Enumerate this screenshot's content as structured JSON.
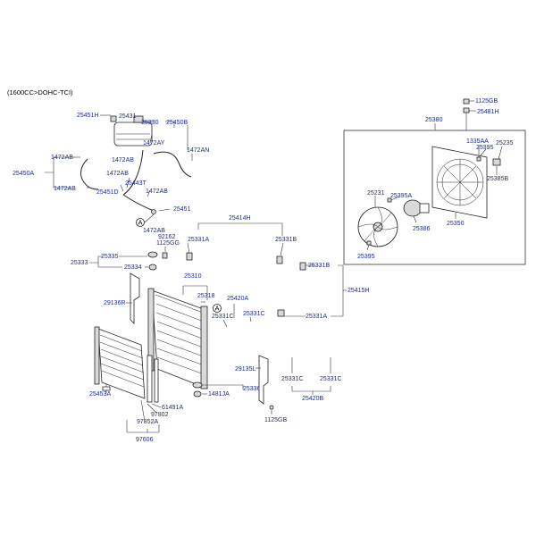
{
  "header": {
    "engine": "(1600CC>DOHC-TCI)"
  },
  "markers": {
    "a": "A"
  },
  "labels": {
    "p25451H": "25451H",
    "p25431": "25431",
    "p25330": "25330",
    "p25450B": "25450B",
    "p1472AY": "1472AY",
    "p1472AN": "1472AN",
    "p1472AB_1": "1472AB",
    "p1472AB_2": "1472AB",
    "p25450A": "25450A",
    "p1472AB_3": "1472AB",
    "p1472AB_4": "1472AB",
    "p25443T": "25443T",
    "p25451D": "25451D",
    "p1472AB_5": "1472AB",
    "p25451": "25451",
    "p1472AB_6": "1472AB",
    "p92162": "92162",
    "p1125GG": "1125GG",
    "p25414H": "25414H",
    "p25331A_1": "25331A",
    "p25331B_1": "25331B",
    "p25335": "25335",
    "p25333": "25333",
    "p25334": "25334",
    "p25331B_2": "25331B",
    "p25310": "25310",
    "p25318": "25318",
    "p25415H": "25415H",
    "p29136R": "29136R",
    "p25420A": "25420A",
    "p25331C_1": "25331C",
    "p25331C_2": "25331C",
    "p25331A_2": "25331A",
    "p29135L": "29135L",
    "p25331C_3": "25331C",
    "p25331C_4": "25331C",
    "p25453A": "25453A",
    "p25336": "25336",
    "p1481JA": "1481JA",
    "p25420B": "25420B",
    "p61491A": "61491A",
    "p97802": "97802",
    "p97852A": "97852A",
    "p1125GB_1": "1125GB",
    "p97606": "97606",
    "p1125GB_2": "1125GB",
    "p25481H": "25481H",
    "p25380": "25380",
    "p1335AA": "1335AA",
    "p25395_1": "25395",
    "p25235": "25235",
    "p25385B": "25385B",
    "p25231": "25231",
    "p25395A": "25395A",
    "p25386": "25386",
    "p25350": "25350",
    "p25395_2": "25395"
  }
}
